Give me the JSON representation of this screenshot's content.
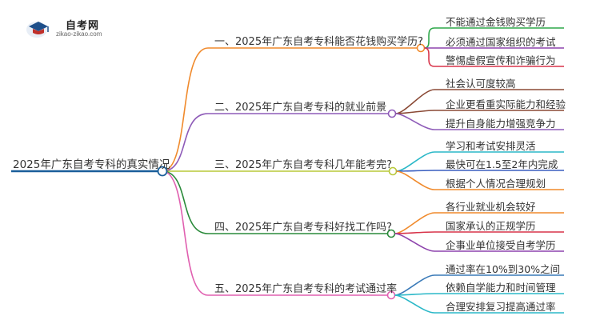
{
  "logo": {
    "title": "自考网",
    "url": "zikao-zikao.com"
  },
  "root": {
    "label": "2025年广东自考专科的真实情况",
    "color": "#1a5f9a"
  },
  "branches": [
    {
      "label": "一、2025年广东自考专科能否花钱购买学历?",
      "color": "#f08a2c",
      "leaves": [
        {
          "label": "不能通过金钱购买学历",
          "color": "#2ea84a"
        },
        {
          "label": "必须通过国家组织的考试",
          "color": "#8e44ad"
        },
        {
          "label": "警惕虚假宣传和诈骗行为",
          "color": "#d8344a"
        }
      ]
    },
    {
      "label": "二、2025年广东自考专科的就业前景",
      "color": "#8e5bb8",
      "leaves": [
        {
          "label": "社会认可度较高",
          "color": "#8b4a36"
        },
        {
          "label": "企业更看重实际能力和经验",
          "color": "#8b4a36"
        },
        {
          "label": "提升自身能力增强竞争力",
          "color": "#8e5bb8"
        }
      ]
    },
    {
      "label": "三、2025年广东自考专科几年能考完?",
      "color": "#b8c838",
      "leaves": [
        {
          "label": "学习和考试安排灵活",
          "color": "#2bb8c8"
        },
        {
          "label": "最快可在1.5至2年内完成",
          "color": "#3a5fc0"
        },
        {
          "label": "根据个人情况合理规划",
          "color": "#f08a2c"
        }
      ]
    },
    {
      "label": "四、2025年广东自考专科好找工作吗?",
      "color": "#2a8a3a",
      "leaves": [
        {
          "label": "各行业就业机会较好",
          "color": "#f08a2c"
        },
        {
          "label": "国家承认的正规学历",
          "color": "#d8344a"
        },
        {
          "label": "企事业单位接受自考学历",
          "color": "#8e44ad"
        }
      ]
    },
    {
      "label": "五、2025年广东自考专科的考试通过率",
      "color": "#e060b0",
      "leaves": [
        {
          "label": "通过率在10%到30%之间",
          "color": "#3a7ab8"
        },
        {
          "label": "依赖自学能力和时间管理",
          "color": "#2bb8c8"
        },
        {
          "label": "合理安排复习提高通过率",
          "color": "#2bb8c8"
        }
      ]
    }
  ]
}
